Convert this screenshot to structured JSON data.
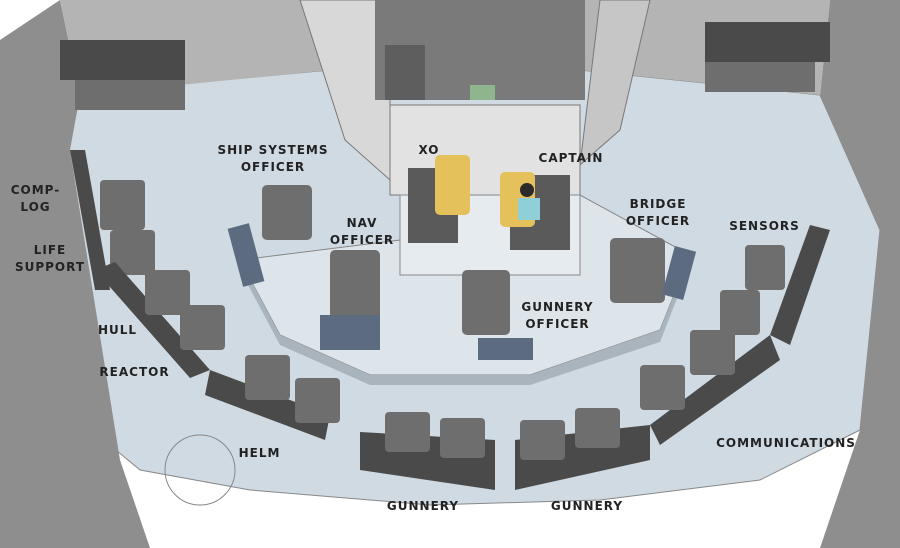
{
  "labels": {
    "ship_systems_officer": [
      "SHIP SYSTEMS",
      "OFFICER"
    ],
    "xo": "XO",
    "captain": "CAPTAIN",
    "nav_officer": [
      "NAV",
      "OFFICER"
    ],
    "bridge_officer": [
      "BRIDGE",
      "OFFICER"
    ],
    "sensors": "SENSORS",
    "comp_log": [
      "COMP-",
      "LOG"
    ],
    "life_support": [
      "LIFE",
      "SUPPORT"
    ],
    "gunnery_officer": [
      "GUNNERY",
      "OFFICER"
    ],
    "hull": "HULL",
    "reactor": "REACTOR",
    "helm": "HELM",
    "communications": "COMMUNICATIONS",
    "gunnery_left": "GUNNERY",
    "gunnery_right": "GUNNERY"
  },
  "colors": {
    "floor": "#cfdae2",
    "wall_dark": "#8e8e8e",
    "wall_mid": "#b4b4b4",
    "wall_light": "#d8d8d8",
    "console": "#4a4a4a",
    "screen": "#5d6b80",
    "chair": "#6e6e6e",
    "captain_chair": "#e4c15a"
  }
}
